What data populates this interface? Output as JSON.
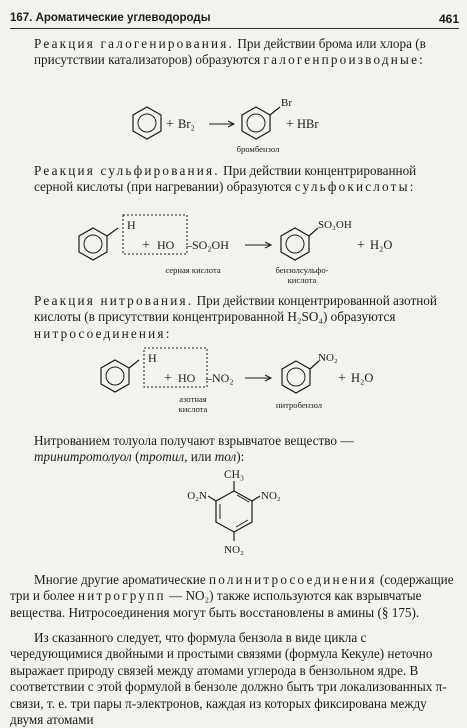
{
  "header": {
    "section": "167. Ароматические углеводороды",
    "page_number": "461"
  },
  "halogenation": {
    "title": "Реакция галогенирования.",
    "text": " При действии брома или хлора (в присутствии катализаторов) образуются ",
    "term": "галогенпроизводные",
    "tail": ":",
    "eq": {
      "plus1": "+",
      "reagent": "Br₂",
      "plus2": "+",
      "byproduct": "HBr",
      "substituent": "Br",
      "product_label": "бромбензол"
    }
  },
  "sulfonation": {
    "title": "Реакция сульфирования.",
    "text": " При действии концентрированной серной кислоты (при нагревании) образуются ",
    "term": "сульфокислоты",
    "tail": ":",
    "eq": {
      "h": "H",
      "plus1": "+",
      "ho": "HO",
      "rest": "–SO₂OH",
      "substituent": "SO₂OH",
      "plus2": "+",
      "water": "H₂O",
      "reagent_label": "серная кислота",
      "product_label_1": "бензолсульфо-",
      "product_label_2": "кислота"
    }
  },
  "nitration": {
    "title": "Реакция нитрования.",
    "text": " При действии концентрированной азотной кислоты (в присутствии концентрированной H₂SO₄) образуются ",
    "term": "нитросоединения",
    "tail": ":",
    "eq": {
      "h": "H",
      "plus1": "+",
      "ho": "HO",
      "rest": "–NO₂",
      "substituent": "NO₂",
      "plus2": "+",
      "water": "H₂O",
      "reagent_label_1": "азотная",
      "reagent_label_2": "кислота",
      "product_label": "нитробензол"
    }
  },
  "tnt": {
    "text": "Нитрованием толуола получают взрывчатое вещество — ",
    "name1": "тринитротолуол",
    "mid": " (",
    "name2": "тротил",
    "mid2": ", или ",
    "name3": "тол",
    "tail": "):",
    "groups": {
      "top": "CH₃",
      "left": "O₂N",
      "right": "NO₂",
      "bottom": "NO₂"
    }
  },
  "polynitro": {
    "text1": "Многие другие ароматические ",
    "term1": "полинитросоединения",
    "text2": " (содержащие три и более ",
    "term2": "нитрогрупп",
    "text3": " — NO₂) также используются как взрывчатые вещества. Нитросоединения могут быть восстановлены в амины (§ 175)."
  },
  "conclusion": {
    "text": "Из сказанного следует, что формула бензола в виде цикла с чередующимися двойными и простыми связями (формула Кекуле) неточно выражает природу связей между атомами углерода в бензольном ядре. В соответствии с этой формулой в бензоле должно быть три локализованных π-связи, т. е. три пары π-электронов, каждая из которых фиксирована между двумя атомами"
  }
}
